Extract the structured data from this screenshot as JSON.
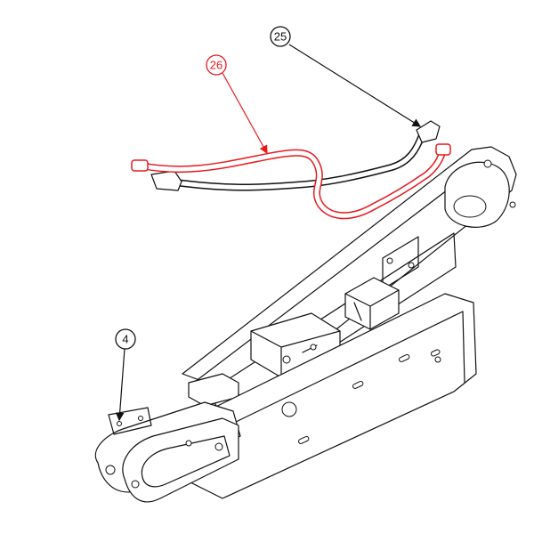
{
  "balloons": {
    "b25": {
      "label": "25",
      "color": "#111111"
    },
    "b26": {
      "label": "26",
      "color": "#e8191d"
    },
    "b4": {
      "label": "4",
      "color": "#111111"
    }
  },
  "colors": {
    "highlight": "#e8191d",
    "line": "#111111",
    "background": "#ffffff"
  }
}
